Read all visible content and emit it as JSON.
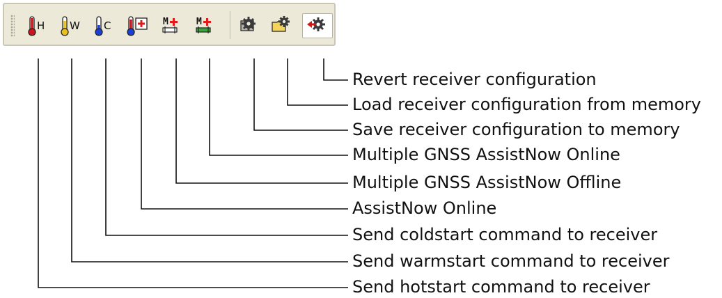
{
  "toolbar": {
    "buttons": [
      {
        "id": "hotstart",
        "letter": "H",
        "icon": "thermometer-hot-icon",
        "tooltip": "Send hotstart command to receiver"
      },
      {
        "id": "warmstart",
        "letter": "W",
        "icon": "thermometer-warm-icon",
        "tooltip": "Send warmstart command to receiver"
      },
      {
        "id": "coldstart",
        "letter": "C",
        "icon": "thermometer-cold-icon",
        "tooltip": "Send coldstart command to receiver"
      },
      {
        "id": "assistnow-online",
        "icon": "assistnow-online-icon",
        "tooltip": "AssistNow Online"
      },
      {
        "id": "mgnss-offline",
        "icon_text": "M",
        "icon": "mgnss-assistnow-offline-icon",
        "tooltip": "Multiple GNSS AssistNow Offline"
      },
      {
        "id": "mgnss-online",
        "icon_text": "M",
        "icon": "mgnss-assistnow-online-icon",
        "tooltip": "Multiple GNSS AssistNow Online"
      },
      {
        "id": "save-config",
        "icon": "gear-save-icon",
        "tooltip": "Save receiver configuration to memory"
      },
      {
        "id": "load-config",
        "icon": "gear-load-icon",
        "tooltip": "Load receiver configuration from memory"
      },
      {
        "id": "revert-config",
        "icon": "gear-revert-icon",
        "tooltip": "Revert receiver configuration",
        "pressed": true
      }
    ]
  },
  "callouts": [
    "Revert receiver configuration",
    "Load receiver configuration from memory",
    "Save receiver configuration to memory",
    "Multiple GNSS AssistNow Online",
    "Multiple GNSS AssistNow Offline",
    "AssistNow Online",
    "Send coldstart command to receiver",
    "Send warmstart command to receiver",
    "Send hotstart command to receiver"
  ],
  "colors": {
    "toolbar_bg": "#ece9d8",
    "hot": "#d0121b",
    "warm": "#e8c21a",
    "cold": "#1a3fd6",
    "gear": "#3a3a3a",
    "folder": "#f3d35a",
    "add": "#e01b1b",
    "revert_arrow": "#d01818"
  }
}
